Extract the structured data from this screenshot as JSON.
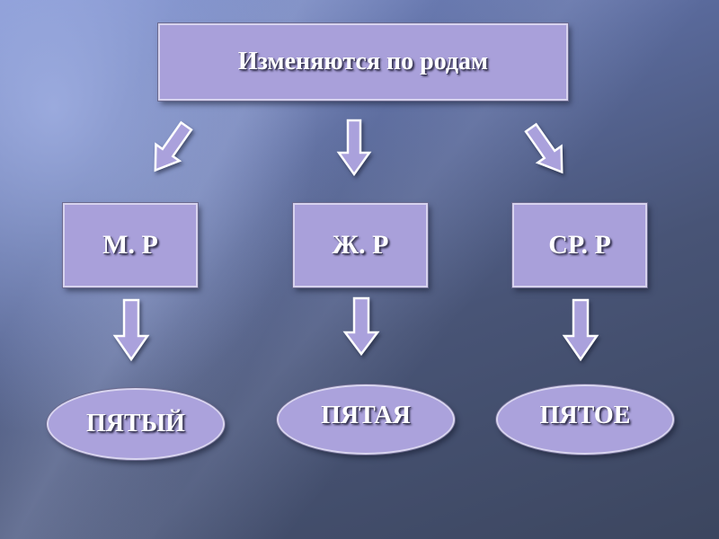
{
  "diagram": {
    "top": {
      "label": "Изменяются по родам"
    },
    "genders": [
      {
        "label": "М. Р"
      },
      {
        "label": "Ж. Р"
      },
      {
        "label": "СР. Р"
      }
    ],
    "examples": [
      {
        "label": "ПЯТЫЙ"
      },
      {
        "label": "ПЯТАЯ"
      },
      {
        "label": "ПЯТОЕ"
      }
    ]
  },
  "colors": {
    "box_fill": "#a9a0da",
    "box_border": "#d7d3ee",
    "arrow_fill": "#aaa1dc",
    "arrow_stroke": "#ffffff",
    "text": "#ffffff",
    "background_dark": "#3c465f",
    "background_light": "#7d8fcd"
  }
}
